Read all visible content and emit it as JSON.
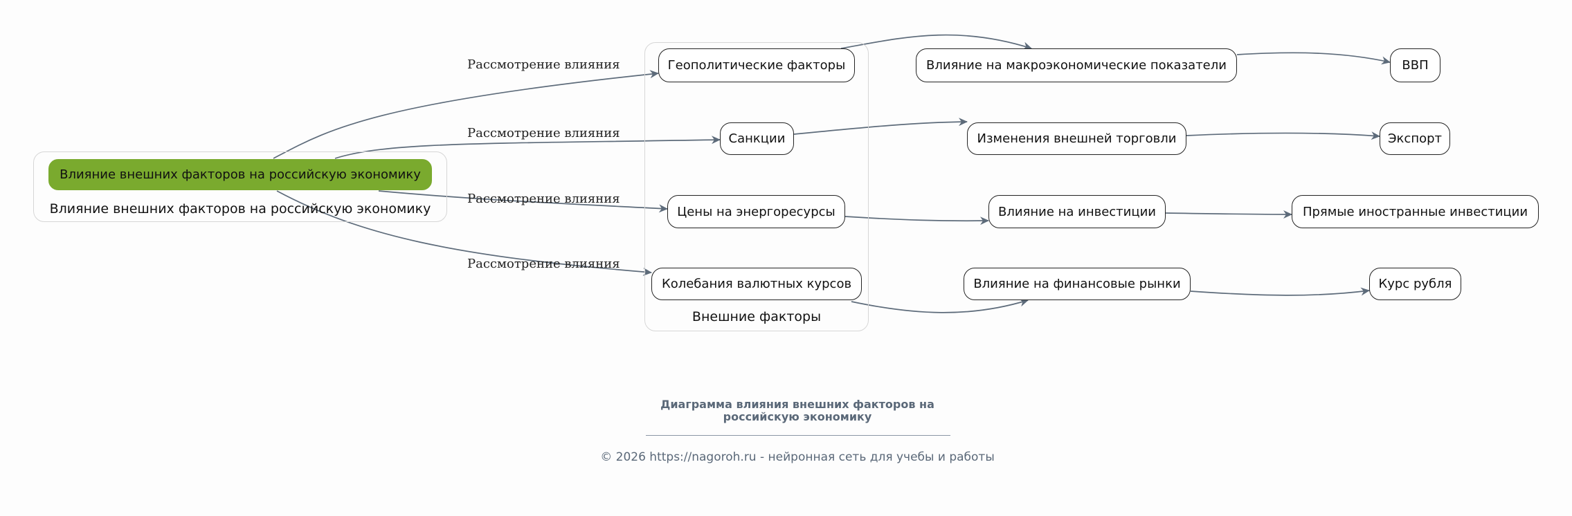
{
  "root_group": {
    "label": "Влияние внешних факторов на российскую экономику"
  },
  "main_node": {
    "label": "Влияние внешних факторов на российскую экономику",
    "color": "#7aaa2e"
  },
  "factors_group": {
    "label": "Внешние факторы"
  },
  "factors": [
    {
      "label": "Геополитические факторы"
    },
    {
      "label": "Санкции"
    },
    {
      "label": "Цены на энергоресурсы"
    },
    {
      "label": "Колебания валютных курсов"
    }
  ],
  "effects": [
    {
      "label": "Влияние на макроэкономические показатели"
    },
    {
      "label": "Изменения внешней торговли"
    },
    {
      "label": "Влияние на инвестиции"
    },
    {
      "label": "Влияние на финансовые рынки"
    }
  ],
  "outcomes": [
    {
      "label": "ВВП"
    },
    {
      "label": "Экспорт"
    },
    {
      "label": "Прямые иностранные инвестиции"
    },
    {
      "label": "Курс рубля"
    }
  ],
  "edge_labels": [
    "Рассмотрение влияния",
    "Рассмотрение влияния",
    "Рассмотрение влияния",
    "Рассмотрение влияния"
  ],
  "caption": {
    "line1": "Диаграмма влияния внешних факторов на",
    "line2": "российскую экономику"
  },
  "footer": "© 2026 https://nagoroh.ru - нейронная сеть для учебы и работы",
  "edge_color": "#5d6b7a"
}
